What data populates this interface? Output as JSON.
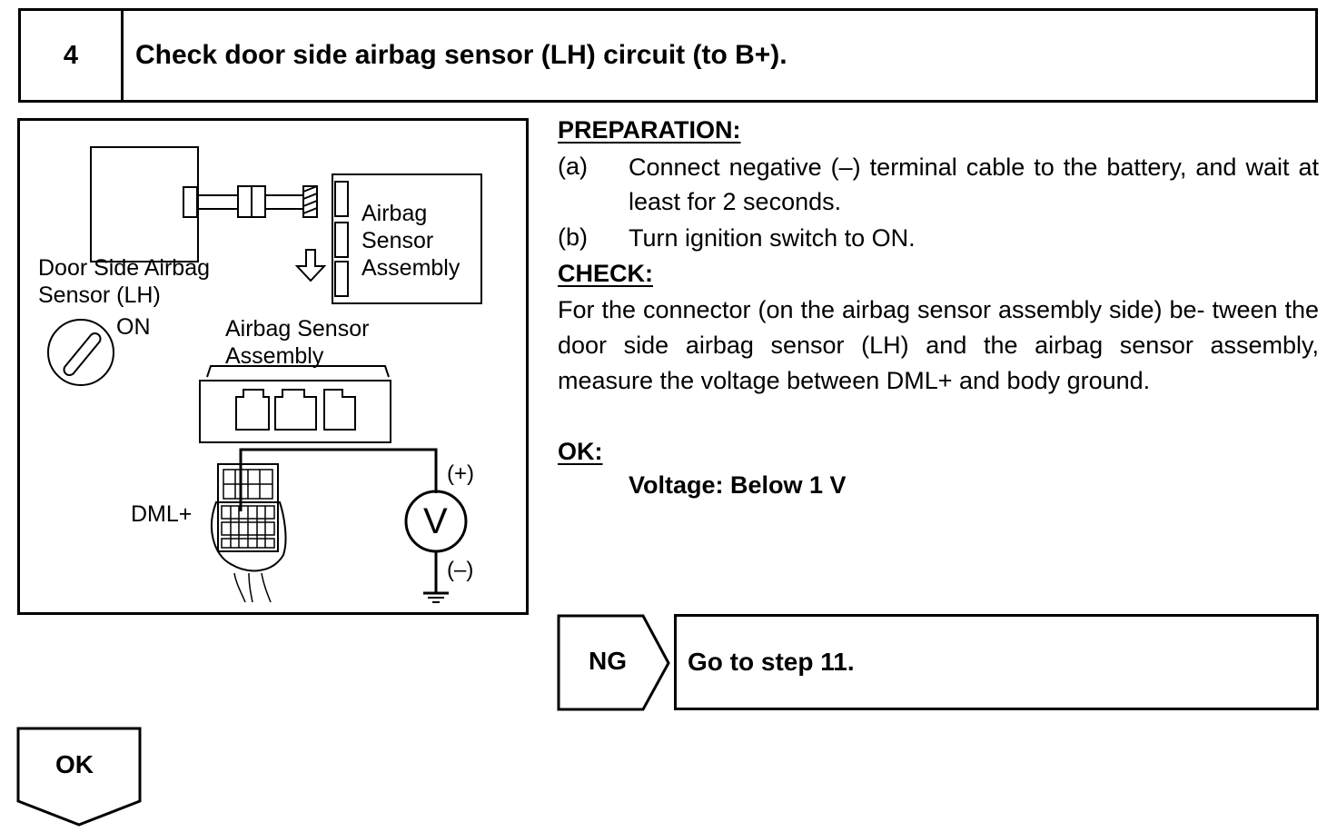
{
  "step": {
    "number": "4",
    "title": "Check door side airbag sensor (LH) circuit (to B+)."
  },
  "figure": {
    "labels": {
      "door_sensor": [
        "Door Side Airbag",
        "Sensor (LH)"
      ],
      "airbag_assembly_top": [
        "Airbag",
        "Sensor",
        "Assembly"
      ],
      "ignition": "ON",
      "airbag_assembly_mid": [
        "Airbag Sensor",
        "Assembly"
      ],
      "terminal": "DML+",
      "meter_plus": "(+)",
      "meter_minus": "(–)",
      "meter_symbol": "V"
    }
  },
  "preparation": {
    "heading": "PREPARATION:",
    "items": [
      {
        "label": "(a)",
        "text": "Connect negative (–) terminal cable to the battery, and wait at least for 2 seconds."
      },
      {
        "label": "(b)",
        "text": "Turn ignition switch to ON."
      }
    ]
  },
  "check": {
    "heading": "CHECK:",
    "text": "For the connector (on the airbag sensor assembly side) be- tween the door side airbag sensor (LH) and the airbag sensor assembly, measure the voltage between DML+ and body ground."
  },
  "ok": {
    "heading": "OK:",
    "spec": "Voltage: Below 1 V"
  },
  "ng": {
    "label": "NG",
    "action": "Go to step 11."
  },
  "ok_flow": {
    "label": "OK"
  }
}
